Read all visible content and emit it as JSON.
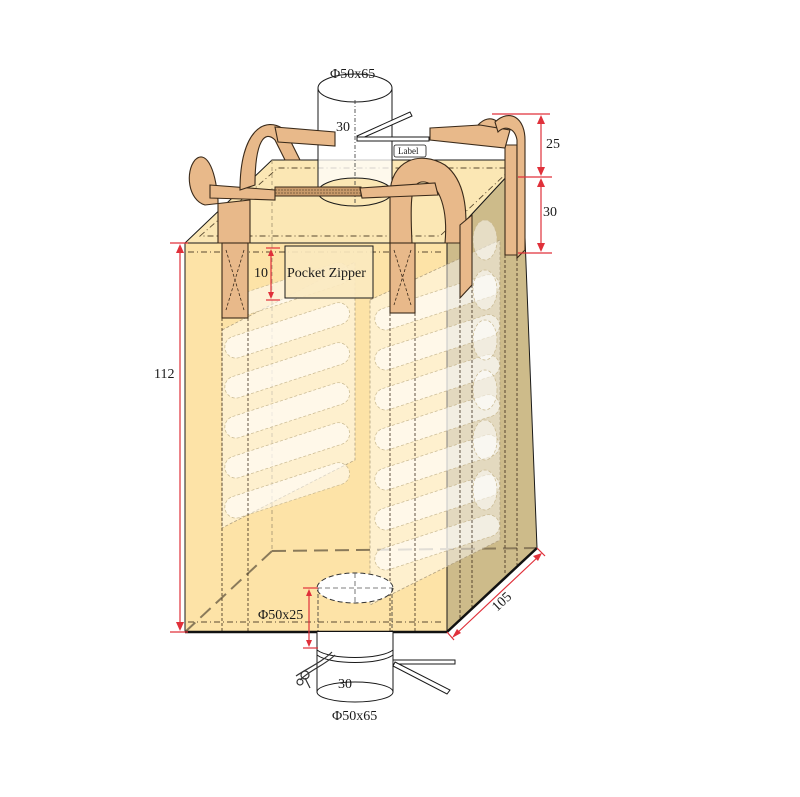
{
  "diagram": {
    "subject": "FIBC bulk bag with baffles, top spout and discharge spout",
    "colors": {
      "front_face": "#fde3a7",
      "side_face": "#cdbb8a",
      "top_face": "#fbe7b4",
      "loops": "#e8b98a",
      "dimension_lines": "#e0303a",
      "outline": "#1a1a1a",
      "baffle_fill": "#ffffff"
    },
    "labels": {
      "top_spout": "Φ50x65",
      "top_spout_tie": "30",
      "label_tag": "Label",
      "loop_height": "25",
      "loop_sewn_length": "30",
      "pocket_height": "10",
      "pocket": "Pocket Zipper",
      "bag_height": "112",
      "bag_depth": "105",
      "discharge_outlet": "Φ50x25",
      "discharge_tie": "30",
      "discharge_spout": "Φ50x65"
    }
  }
}
